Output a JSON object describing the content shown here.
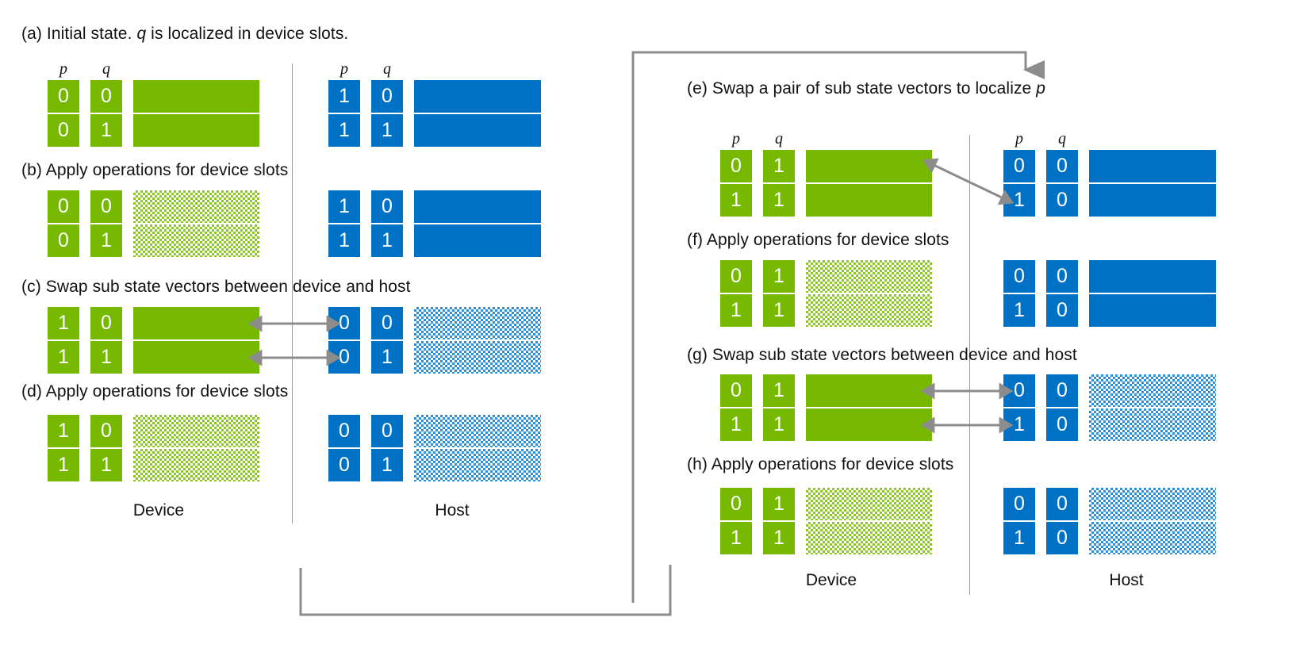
{
  "colors": {
    "green": "#76b900",
    "green_hatch": "#8cc627",
    "blue": "#0072c6",
    "blue_hatch": "#2d8fd5",
    "arrow_gray": "#8c8c8c",
    "divider_gray": "#9a9a9a",
    "text": "#111111"
  },
  "headers": {
    "p": "p",
    "q": "q"
  },
  "region_labels": {
    "device": "Device",
    "host": "Host"
  },
  "steps": {
    "a": {
      "caption_prefix": "(a) Initial state. ",
      "caption_italic": "q",
      "caption_suffix": " is localized in device slots.",
      "device": {
        "rows": [
          [
            "0",
            "0"
          ],
          [
            "0",
            "1"
          ]
        ],
        "bar": "solid"
      },
      "host": {
        "rows": [
          [
            "1",
            "0"
          ],
          [
            "1",
            "1"
          ]
        ],
        "bar": "solid"
      }
    },
    "b": {
      "caption": "(b) Apply operations for device slots",
      "device": {
        "rows": [
          [
            "0",
            "0"
          ],
          [
            "0",
            "1"
          ]
        ],
        "bar": "hatched"
      },
      "host": {
        "rows": [
          [
            "1",
            "0"
          ],
          [
            "1",
            "1"
          ]
        ],
        "bar": "solid"
      }
    },
    "c": {
      "caption": "(c) Swap sub state vectors between device and host",
      "device": {
        "rows": [
          [
            "1",
            "0"
          ],
          [
            "1",
            "1"
          ]
        ],
        "bar": "solid"
      },
      "host": {
        "rows": [
          [
            "0",
            "0"
          ],
          [
            "0",
            "1"
          ]
        ],
        "bar": "hatched"
      },
      "arrows": "double-horizontal-two-rows"
    },
    "d": {
      "caption": "(d) Apply operations for device slots",
      "device": {
        "rows": [
          [
            "1",
            "0"
          ],
          [
            "1",
            "1"
          ]
        ],
        "bar": "hatched"
      },
      "host": {
        "rows": [
          [
            "0",
            "0"
          ],
          [
            "0",
            "1"
          ]
        ],
        "bar": "hatched"
      }
    },
    "e": {
      "caption_prefix": "(e) Swap a pair of sub state vectors to localize ",
      "caption_italic": "p",
      "caption_suffix": "",
      "device": {
        "rows": [
          [
            "0",
            "1"
          ],
          [
            "1",
            "1"
          ]
        ],
        "bar": "solid"
      },
      "host": {
        "rows": [
          [
            "0",
            "0"
          ],
          [
            "1",
            "0"
          ]
        ],
        "bar": "solid"
      },
      "arrows": "double-diagonal"
    },
    "f": {
      "caption": "(f) Apply operations for device slots",
      "device": {
        "rows": [
          [
            "0",
            "1"
          ],
          [
            "1",
            "1"
          ]
        ],
        "bar": "hatched"
      },
      "host": {
        "rows": [
          [
            "0",
            "0"
          ],
          [
            "1",
            "0"
          ]
        ],
        "bar": "solid"
      }
    },
    "g": {
      "caption": "(g) Swap sub state vectors between device and host",
      "device": {
        "rows": [
          [
            "0",
            "1"
          ],
          [
            "1",
            "1"
          ]
        ],
        "bar": "solid"
      },
      "host": {
        "rows": [
          [
            "0",
            "0"
          ],
          [
            "1",
            "0"
          ]
        ],
        "bar": "hatched"
      },
      "arrows": "double-horizontal-two-rows"
    },
    "h": {
      "caption": "(h) Apply operations for device slots",
      "device": {
        "rows": [
          [
            "0",
            "1"
          ],
          [
            "1",
            "1"
          ]
        ],
        "bar": "hatched"
      },
      "host": {
        "rows": [
          [
            "0",
            "0"
          ],
          [
            "1",
            "0"
          ]
        ],
        "bar": "hatched"
      }
    }
  },
  "loops": {
    "forward": {
      "name": "left-panel-to-right-panel-loop"
    },
    "feedback": {
      "name": "right-panel-back-to-left-panel-loop"
    }
  }
}
